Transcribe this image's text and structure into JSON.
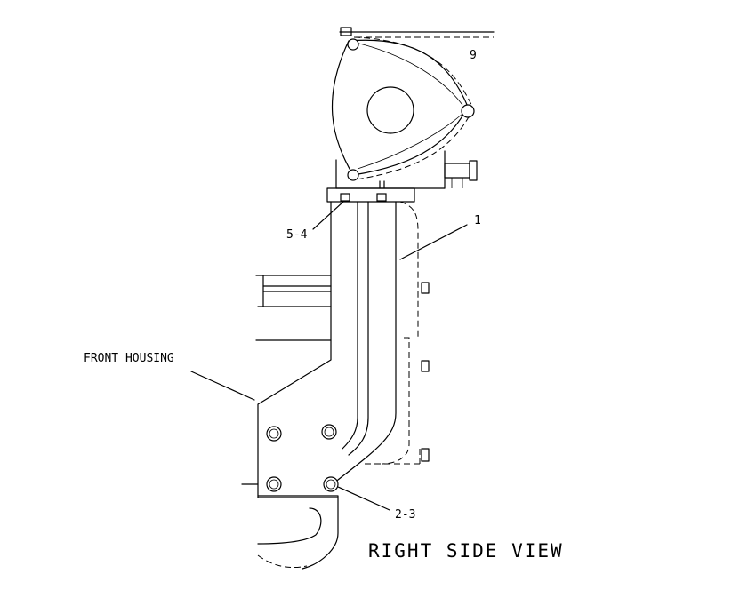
{
  "diagram": {
    "title": "RIGHT SIDE VIEW",
    "callouts": {
      "front_housing": "FRONT HOUSING",
      "part_1": "1",
      "part_9": "9",
      "part_5_4": "5-4",
      "part_2_3": "2-3"
    }
  }
}
